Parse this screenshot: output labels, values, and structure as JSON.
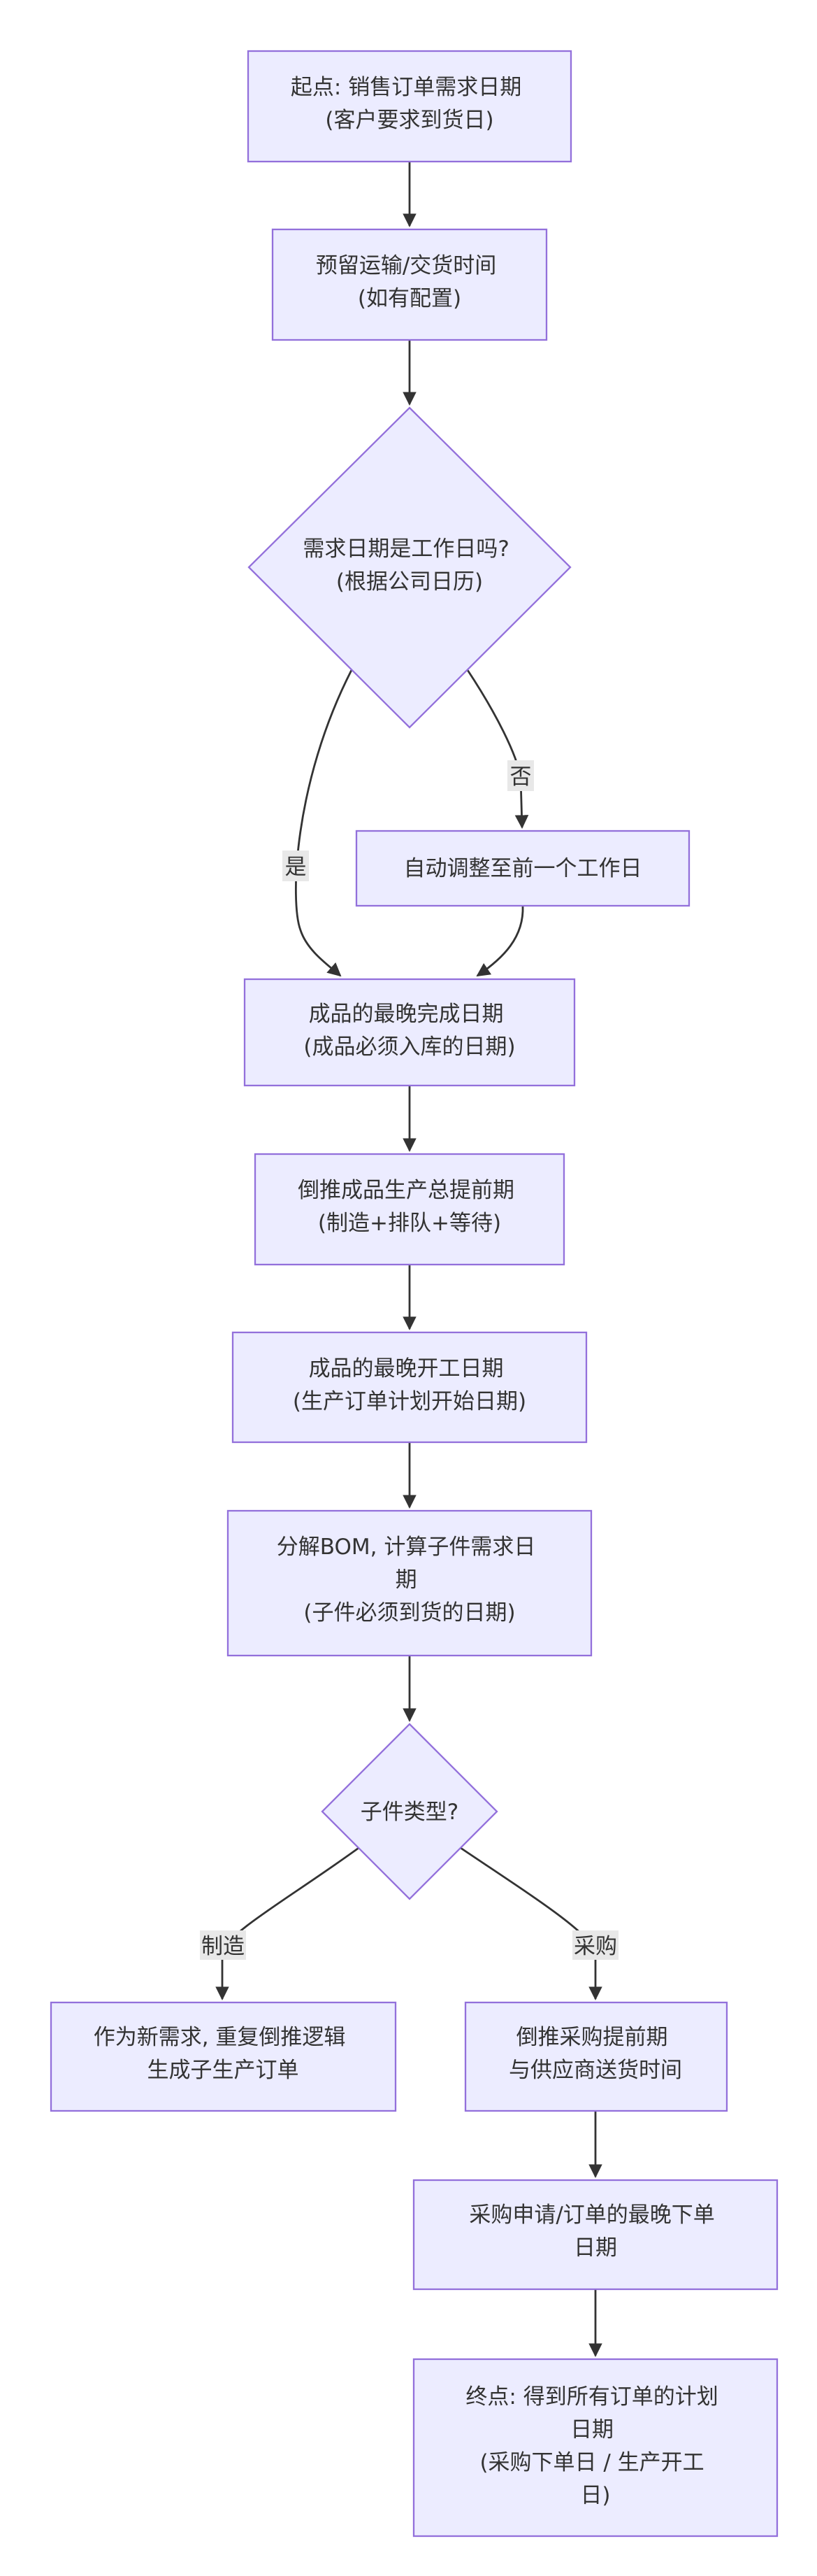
{
  "diagram": {
    "nodes": {
      "start": {
        "lines": [
          "起点: 销售订单需求日期",
          "(客户要求到货日)"
        ]
      },
      "transit": {
        "lines": [
          "预留运输/交货时间",
          "(如有配置)"
        ]
      },
      "workday_check": {
        "lines": [
          "需求日期是工作日吗?",
          "(根据公司日历)"
        ]
      },
      "adjust": {
        "lines": [
          "自动调整至前一个工作日"
        ]
      },
      "fg_finish": {
        "lines": [
          "成品的最晚完成日期",
          "(成品必须入库的日期)"
        ]
      },
      "fg_leadtime": {
        "lines": [
          "倒推成品生产总提前期",
          "(制造+排队+等待)"
        ]
      },
      "fg_start": {
        "lines": [
          "成品的最晚开工日期",
          "(生产订单计划开始日期)"
        ]
      },
      "bom": {
        "lines": [
          "分解BOM, 计算子件需求日",
          "期",
          "(子件必须到货的日期)"
        ]
      },
      "type_check": {
        "lines": [
          "子件类型?"
        ]
      },
      "make": {
        "lines": [
          "作为新需求, 重复倒推逻辑",
          "生成子生产订单"
        ]
      },
      "buy_leadtime": {
        "lines": [
          "倒推采购提前期",
          "与供应商送货时间"
        ]
      },
      "po_date": {
        "lines": [
          "采购申请/订单的最晚下单",
          "日期"
        ]
      },
      "end": {
        "lines": [
          "终点: 得到所有订单的计划",
          "日期",
          "(采购下单日 / 生产开工",
          "日)"
        ]
      }
    },
    "edge_labels": {
      "yes": "是",
      "no": "否",
      "make": "制造",
      "buy": "采购"
    }
  }
}
